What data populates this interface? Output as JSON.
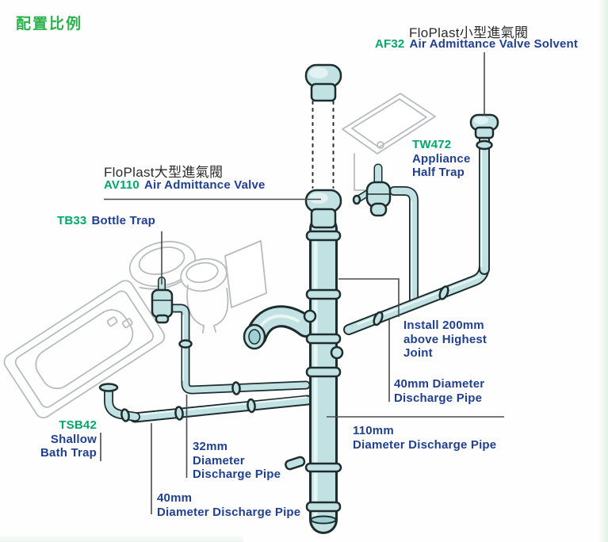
{
  "title": "配置比例",
  "colors": {
    "title_green": "#2eb04e",
    "code_green": "#00a76b",
    "label_navy": "#21408e",
    "pipe_teal": "#c1e1e2",
    "pipe_outline": "#1d2d2d",
    "fixture_gray": "#b7bcbc"
  },
  "labels": {
    "af32": {
      "heading": "FloPlast小型進氣閥",
      "code": "AF32",
      "name": "Air Admittance Valve Solvent"
    },
    "av110": {
      "heading": "FloPlast大型進氣閥",
      "code": "AV110",
      "name": "Air Admittance Valve"
    },
    "tb33": {
      "code": "TB33",
      "name": "Bottle Trap"
    },
    "tw472": {
      "code": "TW472",
      "name_line1": "Appliance",
      "name_line2": "Half Trap"
    },
    "tsb42": {
      "code": "TSB42",
      "name_line1": "Shallow",
      "name_line2": "Bath Trap"
    },
    "install_note": {
      "line1": "Install 200mm",
      "line2": "above Highest",
      "line3": "Joint"
    },
    "pipe_40_right": {
      "line1": "40mm Diameter",
      "line2": "Discharge Pipe"
    },
    "pipe_110": {
      "line1": "110mm",
      "line2": "Diameter Discharge Pipe"
    },
    "pipe_32": {
      "line1": "32mm",
      "line2": "Diameter",
      "line3": "Discharge Pipe"
    },
    "pipe_40_bottom": {
      "line1": "40mm",
      "line2": "Diameter Discharge Pipe"
    }
  }
}
